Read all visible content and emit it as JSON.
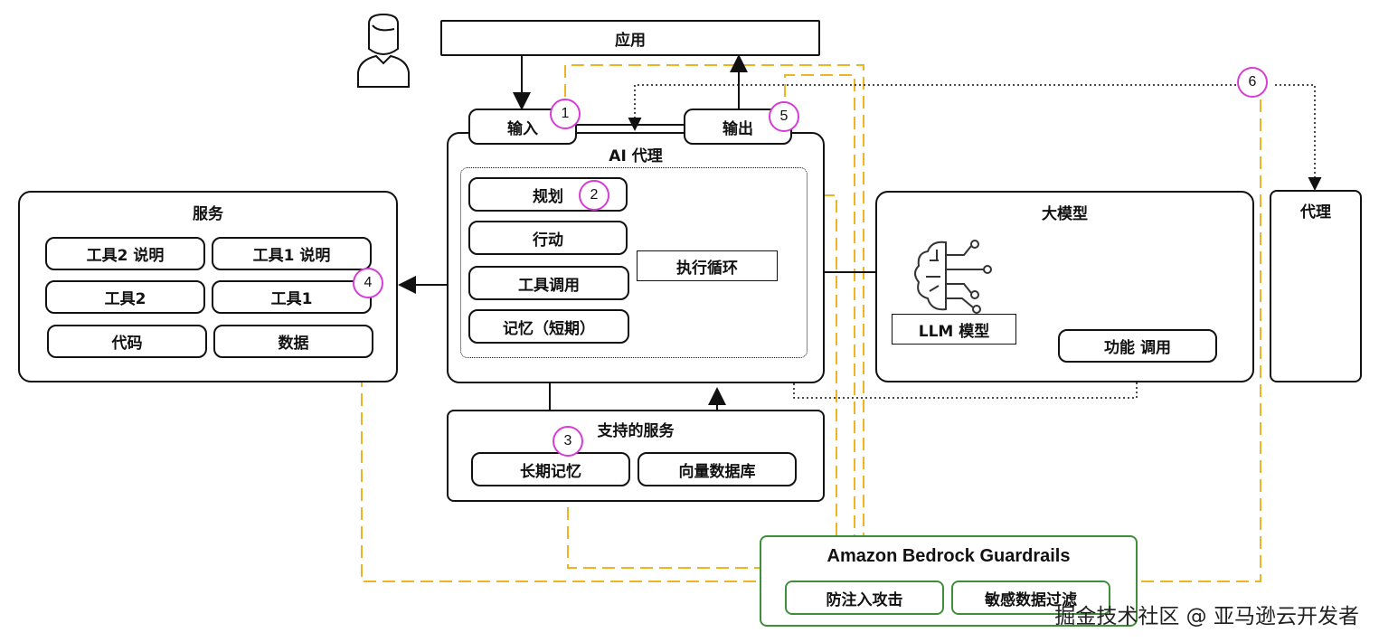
{
  "app": "应用",
  "agent_title": "AI 代理",
  "input": "输入",
  "output": "输出",
  "agent_inner": {
    "plan": "规划",
    "action": "行动",
    "tool_call": "工具调用",
    "memory": "记忆（短期）",
    "exec_loop": "执行循环"
  },
  "services": {
    "title": "服务",
    "items": [
      "工具2 说明",
      "工具1 说明",
      "工具2",
      "工具1",
      "代码",
      "数据"
    ]
  },
  "support": {
    "title": "支持的服务",
    "long_memory": "长期记忆",
    "vector_db": "向量数据库"
  },
  "llm": {
    "title": "大模型",
    "model": "LLM 模型",
    "function_call": "功能 调用"
  },
  "proxy": "代理",
  "guardrails": {
    "title": "Amazon Bedrock Guardrails",
    "items": [
      "防注入攻击",
      "敏感数据过滤"
    ]
  },
  "markers": [
    "1",
    "2",
    "3",
    "4",
    "5",
    "6"
  ],
  "colors": {
    "dashed": "#f0b323",
    "marker": "#d63dd6",
    "green": "#3f8f3a"
  },
  "icons": [
    "user-icon",
    "brain-circuit-icon"
  ],
  "watermark": "掘金技术社区 @ 亚马逊云开发者"
}
